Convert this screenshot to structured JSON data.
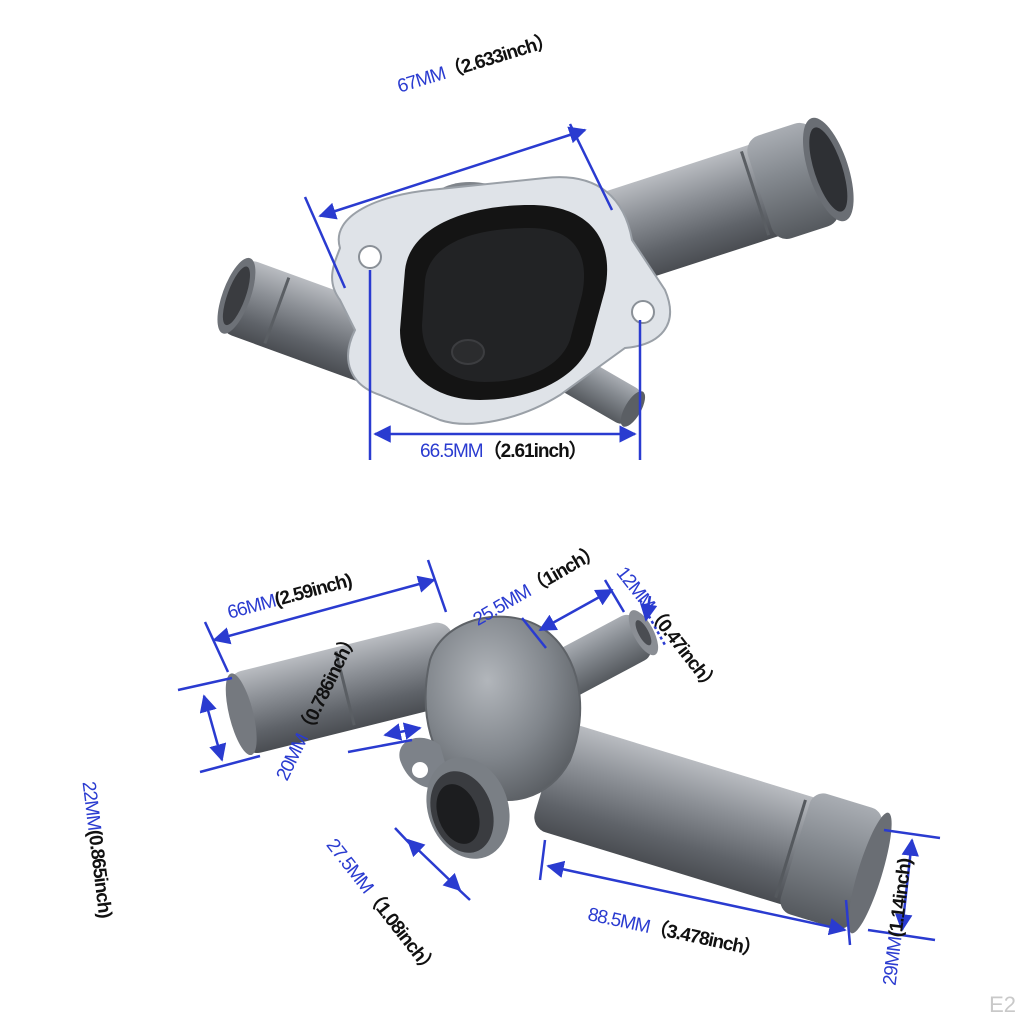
{
  "top_view": {
    "dim_width_mm": "67MM",
    "dim_width_in": "（2.633inch）",
    "dim_bottom_mm": "66.5MM",
    "dim_bottom_in": "（2.61inch）"
  },
  "bottom_view": {
    "left_pipe_mm": "66MM",
    "left_pipe_in": "(2.59inch)",
    "left_dia_mm": "22MM",
    "left_dia_in": "(0.865inch)",
    "small_pipe_len_mm": "25.5MM",
    "small_pipe_len_in": "（1inch）",
    "small_pipe_dia_mm": "12MM",
    "small_pipe_dia_in": "（0.47inch）",
    "port_len_mm": "20MM",
    "port_len_in": "（0.786inch）",
    "port_dia_mm": "27.5MM",
    "port_dia_in": "（1.08inch）",
    "right_pipe_mm": "88.5MM",
    "right_pipe_in": "（3.478inch）",
    "right_dia_mm": "29MM",
    "right_dia_in": "(1.14inch)"
  },
  "corner_mark": "E2",
  "colors": {
    "dimension_line": "#2a3bd0",
    "metal": "#7d8289",
    "flange": "#dfe3e8",
    "gasket": "#151515"
  }
}
